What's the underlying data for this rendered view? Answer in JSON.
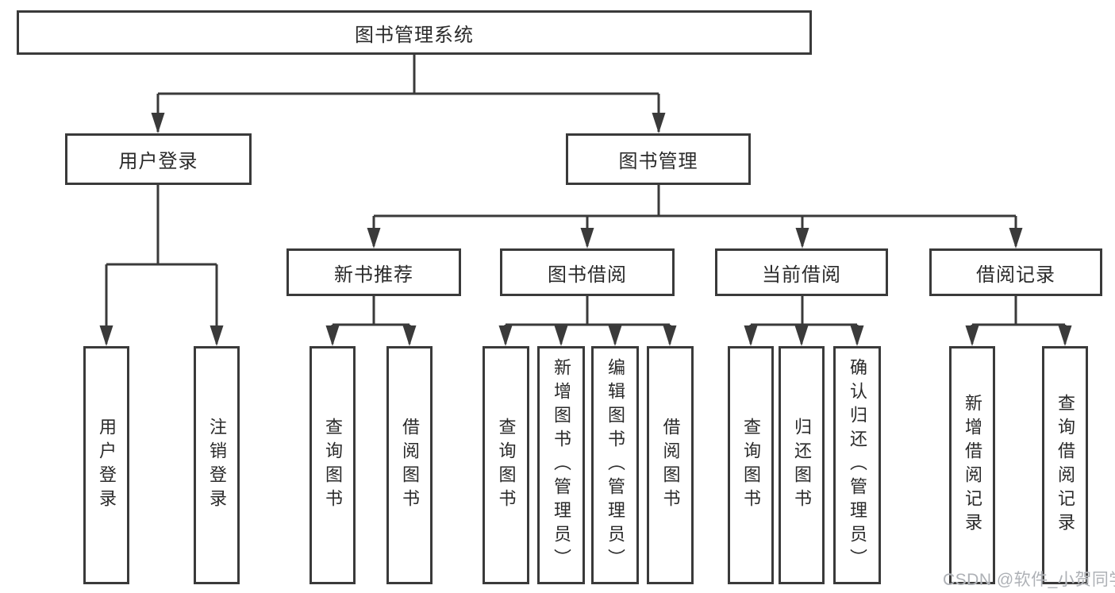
{
  "tree": {
    "label": "图书管理系统",
    "children": [
      {
        "label": "用户登录",
        "children": [
          {
            "label": "用户登录"
          },
          {
            "label": "注销登录"
          }
        ]
      },
      {
        "label": "图书管理",
        "children": [
          {
            "label": "新书推荐",
            "children": [
              {
                "label": "查询图书"
              },
              {
                "label": "借阅图书"
              }
            ]
          },
          {
            "label": "图书借阅",
            "children": [
              {
                "label": "查询图书"
              },
              {
                "label": "新增图书（管理员）"
              },
              {
                "label": "编辑图书（管理员）"
              },
              {
                "label": "借阅图书"
              }
            ]
          },
          {
            "label": "当前借阅",
            "children": [
              {
                "label": "查询图书"
              },
              {
                "label": "归还图书"
              },
              {
                "label": "确认归还（管理员）"
              }
            ]
          },
          {
            "label": "借阅记录",
            "children": [
              {
                "label": "新增借阅记录"
              },
              {
                "label": "查询借阅记录"
              }
            ]
          }
        ]
      }
    ]
  },
  "watermark": {
    "text": "CSDN @软件_小贺同学",
    "color": "#aeb1b6"
  },
  "colors": {
    "line": "#3a3a3a",
    "border": "#3a3a3a",
    "text": "#2a2a2a",
    "background": "#ffffff"
  }
}
